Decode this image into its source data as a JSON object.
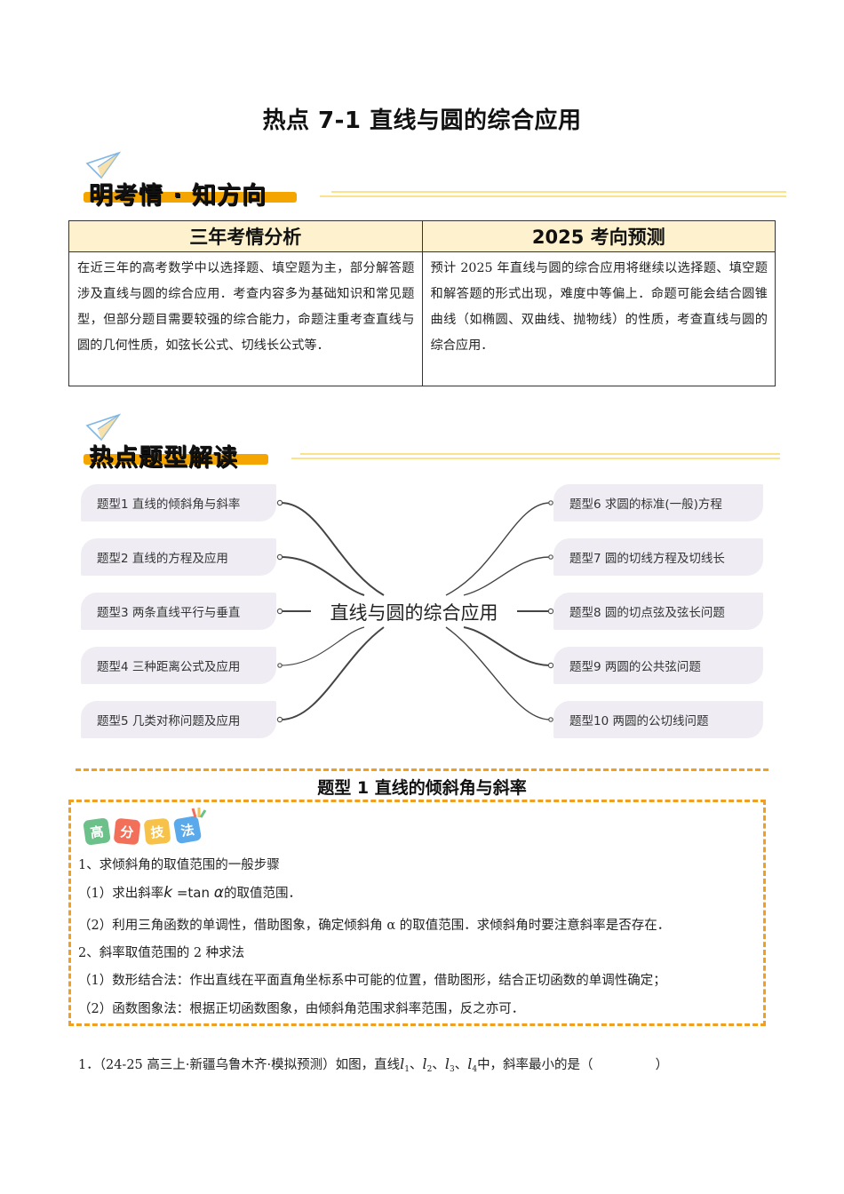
{
  "page": {
    "title": "热点 7-1 直线与圆的综合应用"
  },
  "section1": {
    "banner_label": "明考情 · 知方向",
    "table": {
      "headers": [
        "三年考情分析",
        "2025 考向预测"
      ],
      "cells": [
        "在近三年的高考数学中以选择题、填空题为主，部分解答题涉及直线与圆的综合应用．考查内容多为基础知识和常见题型，但部分题目需要较强的综合能力，命题注重考查直线与圆的几何性质，如弦长公式、切线长公式等．",
        "预计 2025 年直线与圆的综合应用将继续以选择题、填空题和解答题的形式出现，难度中等偏上．命题可能会结合圆锥曲线（如椭圆、双曲线、抛物线）的性质，考查直线与圆的综合应用．"
      ]
    }
  },
  "section2": {
    "banner_label": "热点题型解读",
    "mindmap": {
      "center": "直线与圆的综合应用",
      "left_nodes": [
        "题型1  直线的倾斜角与斜率",
        "题型2  直线的方程及应用",
        "题型3  两条直线平行与垂直",
        "题型4  三种距离公式及应用",
        "题型5  几类对称问题及应用"
      ],
      "right_nodes": [
        "题型6  求圆的标准(一般)方程",
        "题型7  圆的切线方程及切线长",
        "题型8  圆的切点弦及弦长问题",
        "题型9  两圆的公共弦问题",
        "题型10  两圆的公切线问题"
      ]
    }
  },
  "type1": {
    "title": "题型 1  直线的倾斜角与斜率",
    "badge": [
      "高",
      "分",
      "技",
      "法"
    ],
    "badge_colors": [
      "#6cc08a",
      "#f2705a",
      "#f6c24a",
      "#5aa9ea"
    ],
    "lines": {
      "h1": "1、求倾斜角的取值范围的一般步骤",
      "s1_pre": "（1）求出斜率",
      "s1_math_k": "k",
      "s1_math_eq": " =tan ",
      "s1_math_alpha": "α",
      "s1_post": "的取值范围．",
      "s2": "（2）利用三角函数的单调性，借助图象，确定倾斜角 α 的取值范围．求倾斜角时要注意斜率是否存在．",
      "h2": "2、斜率取值范围的 2 种求法",
      "m1": "（1）数形结合法：作出直线在平面直角坐标系中可能的位置，借助图形，结合正切函数的单调性确定；",
      "m2": "（2）函数图象法：根据正切函数图象，由倾斜角范围求斜率范围，反之亦可．"
    }
  },
  "question1": {
    "number": "1．",
    "source": "（24-25 高三上·新疆乌鲁木齐·模拟预测）",
    "text_pre": "如图，直线",
    "lines": [
      "l",
      "l",
      "l",
      "l"
    ],
    "subs": [
      "1",
      "2",
      "3",
      "4"
    ],
    "sep": "、",
    "text_post": "中，斜率最小的是（",
    "blank": "            ",
    "close": "）"
  },
  "colors": {
    "accent_orange": "#f5a500",
    "dash_orange": "#f0a020",
    "table_header_bg": "#fdf2cd",
    "node_bg": "#efedf3",
    "rule_yellow": "#fbe28c"
  }
}
